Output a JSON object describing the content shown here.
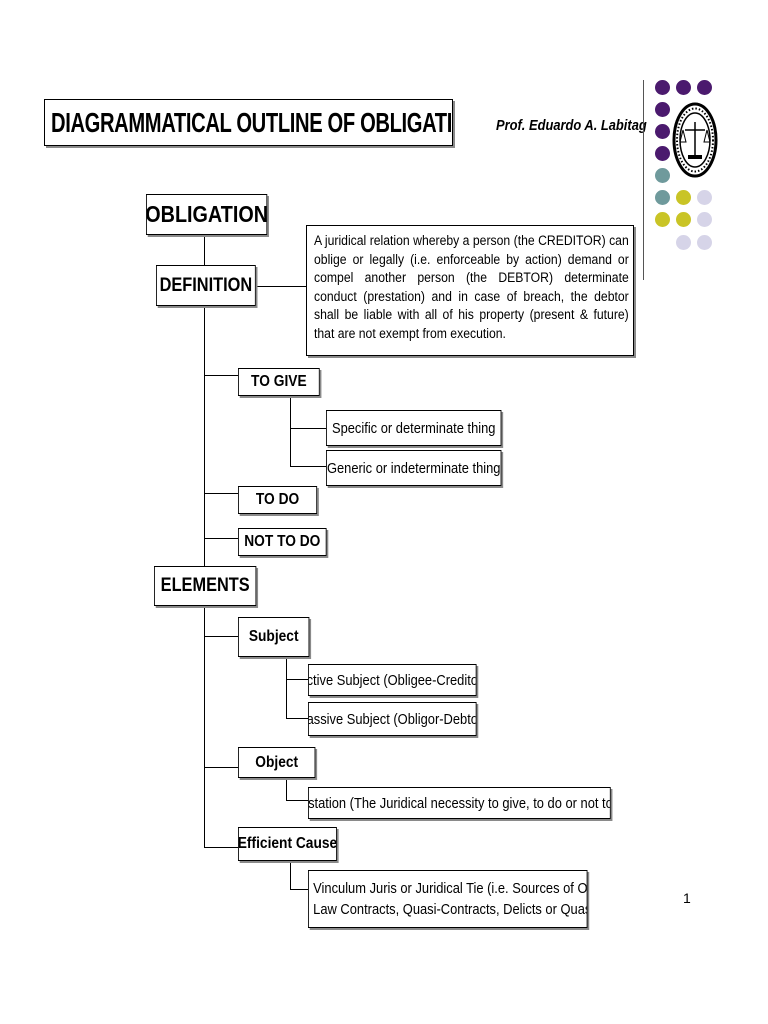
{
  "header": {
    "title": "DIAGRAMMATICAL OUTLINE OF OBLIGATIONS",
    "author": "Prof. Eduardo A. Labitag",
    "page_number": "1"
  },
  "decoration": {
    "dot_colors": {
      "purple": "#4b1a6e",
      "teal": "#6f9a9c",
      "olive": "#c9c426",
      "lavender": "#d6d4e8"
    },
    "seal_icon": "law-school-seal"
  },
  "tree": {
    "root": "OBLIGATION",
    "definition": {
      "label": "DEFINITION",
      "text": "A juridical relation whereby a person (the CREDITOR) can oblige or legally (i.e. enforceable by action) demand or compel another person (the DEBTOR) determinate conduct (prestation) and in case of breach, the debtor shall be liable with all of his property (present & future) that are not exempt from execution."
    },
    "kinds": {
      "to_give": "TO GIVE",
      "to_give_children": [
        "Specific or determinate thing",
        "Generic or indeterminate thing"
      ],
      "to_do": "TO DO",
      "not_to_do": "NOT TO DO"
    },
    "elements": {
      "label": "ELEMENTS",
      "subject": "Subject",
      "subject_children": [
        "Active Subject (Obligee-Creditor)",
        "Passive Subject (Obligor-Debtor)"
      ],
      "object": "Object",
      "object_child": "Prestation (The Juridical necessity to give, to do or not to do",
      "efficient_cause": "Efficient Cause",
      "efficient_cause_child_lines": [
        "Vinculum Juris or Juridical Tie (i.e. Sources of Obligation;",
        "Law Contracts, Quasi-Contracts, Delicts or Quasi-Delicts)"
      ]
    }
  }
}
